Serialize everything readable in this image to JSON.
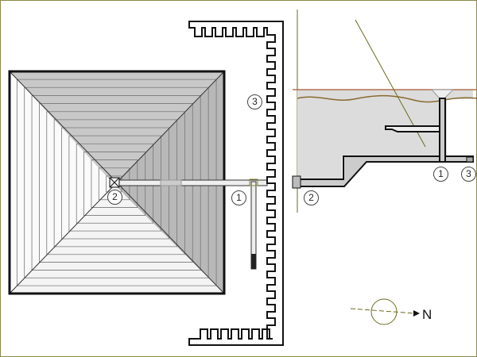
{
  "labels": {
    "plan_shaft": "1",
    "plan_drain": "2",
    "plan_wall": "3",
    "section_shaft": "1",
    "section_drain": "2",
    "section_outlet": "3"
  },
  "compass": {
    "north": "N"
  },
  "colors": {
    "frame": "#8a8a4a",
    "water": "#b07050",
    "gray": "#dcdcdc",
    "olive": "#6b6b20"
  }
}
